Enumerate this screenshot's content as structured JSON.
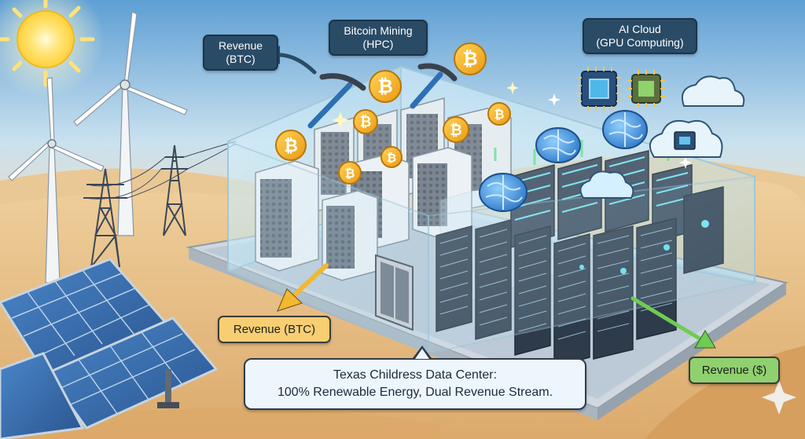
{
  "labels": {
    "revenue_btc_top_line1": "Revenue",
    "revenue_btc_top_line2": "(BTC)",
    "bitcoin_mining_line1": "Bitcoin Mining",
    "bitcoin_mining_line2": "(HPC)",
    "ai_cloud_line1": "AI Cloud",
    "ai_cloud_line2": "(GPU Computing)",
    "revenue_btc_bottom": "Revenue (BTC)",
    "revenue_usd": "Revenue ($)",
    "callout_line1": "Texas Childress Data Center:",
    "callout_line2": "100% Renewable Energy, Dual Revenue Stream."
  },
  "icons": [
    "sun-icon",
    "wind-turbine-icon",
    "power-pylon-icon",
    "solar-panel-icon",
    "bitcoin-coin-icon",
    "pickaxe-icon",
    "brain-icon",
    "chip-icon",
    "cloud-icon",
    "server-rack-icon",
    "door-icon",
    "sparkle-icon"
  ],
  "colors": {
    "sky_top": "#5e9fd4",
    "sand": "#e9c48d",
    "label_dark": "#2a4b66",
    "label_yellow": "#f7cf72",
    "label_green": "#8fd16e",
    "coin": "#f4b120",
    "ai_glow": "#3fd0e0"
  }
}
